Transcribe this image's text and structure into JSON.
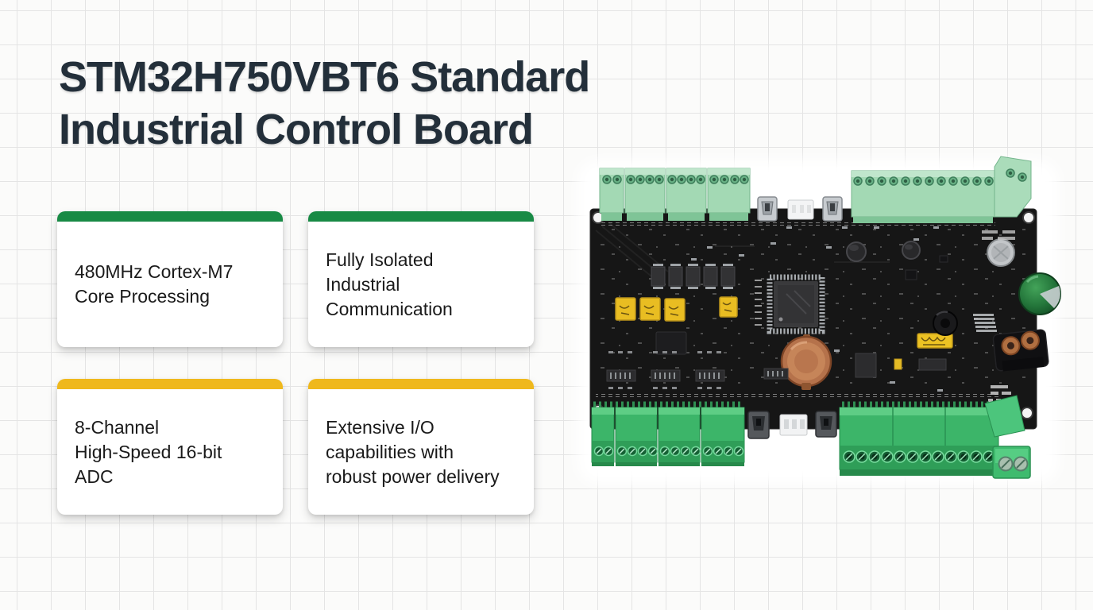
{
  "slide": {
    "title": "STM32H750VBT6 Standard\nIndustrial Control Board"
  },
  "features": [
    {
      "text": "480MHz Cortex-M7\nCore Processing",
      "accent_color": "#188a45"
    },
    {
      "text": "Fully Isolated\nIndustrial\nCommunication",
      "accent_color": "#188a45"
    },
    {
      "text": "8-Channel\nHigh-Speed 16-bit\nADC",
      "accent_color": "#efb81c"
    },
    {
      "text": "Extensive I/O\ncapabilities with\nrobust power delivery",
      "accent_color": "#efb81c"
    }
  ],
  "product": {
    "alt": "Black industrial control PCB with green screw terminal blocks, mini-USB ports, yellow fuses, STM32 microcontroller and power components"
  },
  "theme": {
    "background": "#fbfbfa",
    "grid_line": "#e4e4e4",
    "title_color": "#232f3a",
    "card_background": "#ffffff",
    "card_text": "#1a1a1a",
    "green_accent": "#188a45",
    "yellow_accent": "#efb81c",
    "pcb_black": "#161616",
    "terminal_green_light": "#a3d9b4",
    "terminal_green_bright": "#3cb569"
  }
}
